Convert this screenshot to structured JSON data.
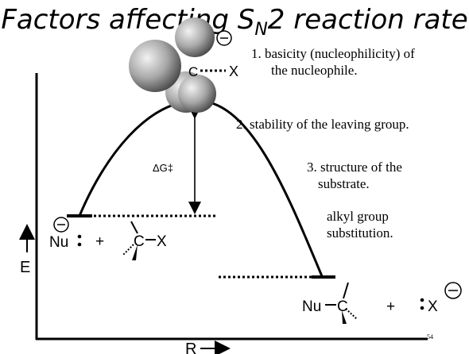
{
  "title": {
    "prefix": "Factors affecting S",
    "subscript": "N",
    "suffix": "2 reaction rate"
  },
  "factors": [
    {
      "number": "1.",
      "line1": "basicity (nucleophilicity) of",
      "line2": "the nucleophile."
    },
    {
      "number": "2.",
      "line1": "stability of the leaving group."
    },
    {
      "number": "3.",
      "line1": "structure of the",
      "line2": "substrate."
    }
  ],
  "sub_factor": {
    "line1": "alkyl group",
    "line2": "substitution."
  },
  "energy_barrier_label": "ΔG‡",
  "axes": {
    "y_label": "E",
    "x_label": "R"
  },
  "reactants": {
    "nucleophile": "Nu",
    "plus": "+",
    "leaving_atom": "X",
    "carbon": "C"
  },
  "products": {
    "nucleophile": "Nu",
    "plus": "+",
    "leaving_atom": "X",
    "carbon": "C"
  },
  "transition_state": {
    "carbon": "C",
    "leaving_atom": "X"
  },
  "charge_symbol": "−",
  "slide_number": "54",
  "colors": {
    "ink": "#000000",
    "sphere_light": "#eeeeee",
    "sphere_dark": "#555555"
  }
}
